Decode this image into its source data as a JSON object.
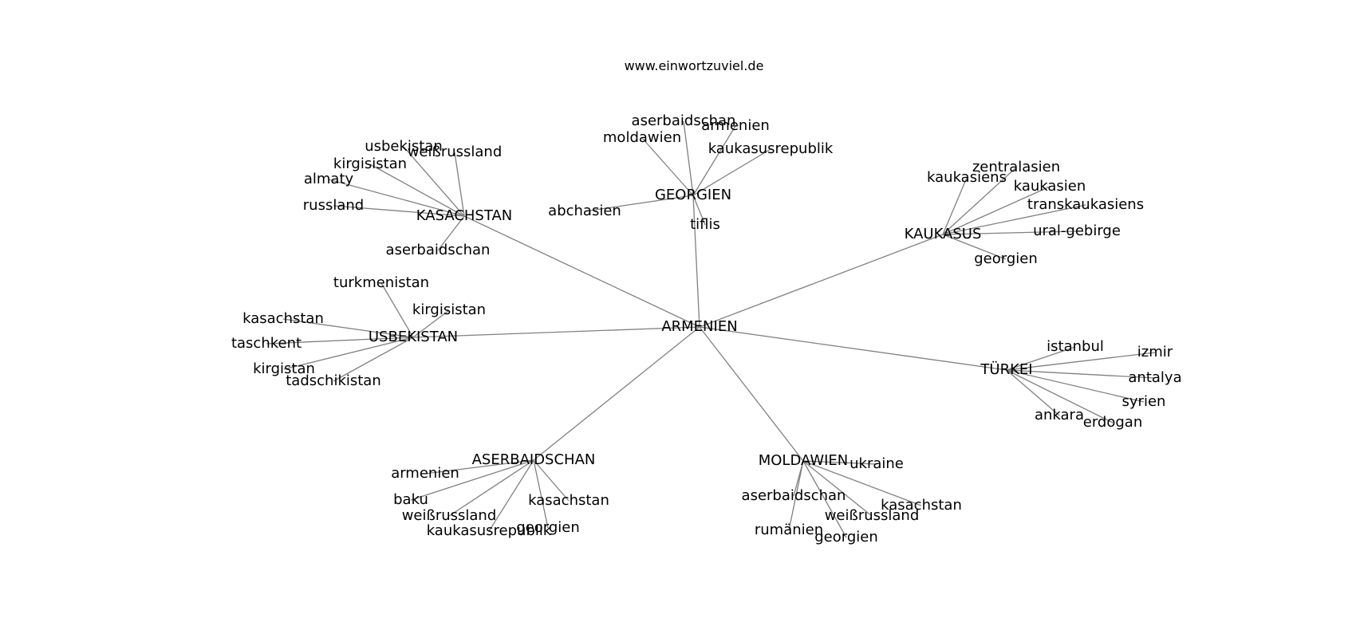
{
  "title": "www.einwortzuviel.de",
  "colors": {
    "edge": "#808080",
    "text": "#000000",
    "background": "#ffffff"
  },
  "graph": {
    "nodes": [
      {
        "id": "ARMENIEN",
        "label": "ARMENIEN",
        "kind": "center"
      },
      {
        "id": "KASACHSTAN",
        "label": "KASACHSTAN",
        "kind": "hub"
      },
      {
        "id": "GEORGIEN",
        "label": "GEORGIEN",
        "kind": "hub"
      },
      {
        "id": "KAUKASUS",
        "label": "KAUKASUS",
        "kind": "hub"
      },
      {
        "id": "USBEKISTAN",
        "label": "USBEKISTAN",
        "kind": "hub"
      },
      {
        "id": "TUERKEI",
        "label": "TÜRKEI",
        "kind": "hub"
      },
      {
        "id": "ASERBAIDSCHAN",
        "label": "ASERBAIDSCHAN",
        "kind": "hub"
      },
      {
        "id": "MOLDAWIEN",
        "label": "MOLDAWIEN",
        "kind": "hub"
      },
      {
        "id": "kas_usbekistan",
        "label": "usbekistan",
        "kind": "leaf"
      },
      {
        "id": "kas_weissrussland",
        "label": "weißrussland",
        "kind": "leaf"
      },
      {
        "id": "kas_kirgisistan",
        "label": "kirgisistan",
        "kind": "leaf"
      },
      {
        "id": "kas_almaty",
        "label": "almaty",
        "kind": "leaf"
      },
      {
        "id": "kas_russland",
        "label": "russland",
        "kind": "leaf"
      },
      {
        "id": "kas_aserbaidschan",
        "label": "aserbaidschan",
        "kind": "leaf"
      },
      {
        "id": "geo_aserbaidschan",
        "label": "aserbaidschan",
        "kind": "leaf"
      },
      {
        "id": "geo_armenien",
        "label": "armenien",
        "kind": "leaf"
      },
      {
        "id": "geo_moldawien",
        "label": "moldawien",
        "kind": "leaf"
      },
      {
        "id": "geo_kaukasusrepublik",
        "label": "kaukasusrepublik",
        "kind": "leaf"
      },
      {
        "id": "geo_abchasien",
        "label": "abchasien",
        "kind": "leaf"
      },
      {
        "id": "geo_tiflis",
        "label": "tiflis",
        "kind": "leaf"
      },
      {
        "id": "kau_zentralasien",
        "label": "zentralasien",
        "kind": "leaf"
      },
      {
        "id": "kau_kaukasiens",
        "label": "kaukasiens",
        "kind": "leaf"
      },
      {
        "id": "kau_kaukasien",
        "label": "kaukasien",
        "kind": "leaf"
      },
      {
        "id": "kau_transkaukasiens",
        "label": "transkaukasiens",
        "kind": "leaf"
      },
      {
        "id": "kau_ural",
        "label": "ural-gebirge",
        "kind": "leaf"
      },
      {
        "id": "kau_georgien",
        "label": "georgien",
        "kind": "leaf"
      },
      {
        "id": "usb_turkmenistan",
        "label": "turkmenistan",
        "kind": "leaf"
      },
      {
        "id": "usb_kirgisistan",
        "label": "kirgisistan",
        "kind": "leaf"
      },
      {
        "id": "usb_kasachstan",
        "label": "kasachstan",
        "kind": "leaf"
      },
      {
        "id": "usb_taschkent",
        "label": "taschkent",
        "kind": "leaf"
      },
      {
        "id": "usb_kirgistan",
        "label": "kirgistan",
        "kind": "leaf"
      },
      {
        "id": "usb_tadschikistan",
        "label": "tadschikistan",
        "kind": "leaf"
      },
      {
        "id": "tue_istanbul",
        "label": "istanbul",
        "kind": "leaf"
      },
      {
        "id": "tue_izmir",
        "label": "izmir",
        "kind": "leaf"
      },
      {
        "id": "tue_antalya",
        "label": "antalya",
        "kind": "leaf"
      },
      {
        "id": "tue_syrien",
        "label": "syrien",
        "kind": "leaf"
      },
      {
        "id": "tue_ankara",
        "label": "ankara",
        "kind": "leaf"
      },
      {
        "id": "tue_erdogan",
        "label": "erdogan",
        "kind": "leaf"
      },
      {
        "id": "ase_armenien",
        "label": "armenien",
        "kind": "leaf"
      },
      {
        "id": "ase_baku",
        "label": "baku",
        "kind": "leaf"
      },
      {
        "id": "ase_weissrussland",
        "label": "weißrussland",
        "kind": "leaf"
      },
      {
        "id": "ase_kaukasusrepublik",
        "label": "kaukasusrepublik",
        "kind": "leaf"
      },
      {
        "id": "ase_georgien",
        "label": "georgien",
        "kind": "leaf"
      },
      {
        "id": "ase_kasachstan",
        "label": "kasachstan",
        "kind": "leaf"
      },
      {
        "id": "mol_ukraine",
        "label": "ukraine",
        "kind": "leaf"
      },
      {
        "id": "mol_aserbaidschan",
        "label": "aserbaidschan",
        "kind": "leaf"
      },
      {
        "id": "mol_kasachstan",
        "label": "kasachstan",
        "kind": "leaf"
      },
      {
        "id": "mol_weissrussland",
        "label": "weißrussland",
        "kind": "leaf"
      },
      {
        "id": "mol_rumaenien",
        "label": "rumänien",
        "kind": "leaf"
      },
      {
        "id": "mol_georgien",
        "label": "georgien",
        "kind": "leaf"
      }
    ],
    "edges": [
      [
        "ARMENIEN",
        "KASACHSTAN"
      ],
      [
        "ARMENIEN",
        "GEORGIEN"
      ],
      [
        "ARMENIEN",
        "KAUKASUS"
      ],
      [
        "ARMENIEN",
        "USBEKISTAN"
      ],
      [
        "ARMENIEN",
        "TUERKEI"
      ],
      [
        "ARMENIEN",
        "ASERBAIDSCHAN"
      ],
      [
        "ARMENIEN",
        "MOLDAWIEN"
      ],
      [
        "KASACHSTAN",
        "kas_usbekistan"
      ],
      [
        "KASACHSTAN",
        "kas_weissrussland"
      ],
      [
        "KASACHSTAN",
        "kas_kirgisistan"
      ],
      [
        "KASACHSTAN",
        "kas_almaty"
      ],
      [
        "KASACHSTAN",
        "kas_russland"
      ],
      [
        "KASACHSTAN",
        "kas_aserbaidschan"
      ],
      [
        "GEORGIEN",
        "geo_aserbaidschan"
      ],
      [
        "GEORGIEN",
        "geo_armenien"
      ],
      [
        "GEORGIEN",
        "geo_moldawien"
      ],
      [
        "GEORGIEN",
        "geo_kaukasusrepublik"
      ],
      [
        "GEORGIEN",
        "geo_abchasien"
      ],
      [
        "GEORGIEN",
        "geo_tiflis"
      ],
      [
        "KAUKASUS",
        "kau_zentralasien"
      ],
      [
        "KAUKASUS",
        "kau_kaukasiens"
      ],
      [
        "KAUKASUS",
        "kau_kaukasien"
      ],
      [
        "KAUKASUS",
        "kau_transkaukasiens"
      ],
      [
        "KAUKASUS",
        "kau_ural"
      ],
      [
        "KAUKASUS",
        "kau_georgien"
      ],
      [
        "USBEKISTAN",
        "usb_turkmenistan"
      ],
      [
        "USBEKISTAN",
        "usb_kirgisistan"
      ],
      [
        "USBEKISTAN",
        "usb_kasachstan"
      ],
      [
        "USBEKISTAN",
        "usb_taschkent"
      ],
      [
        "USBEKISTAN",
        "usb_kirgistan"
      ],
      [
        "USBEKISTAN",
        "usb_tadschikistan"
      ],
      [
        "TUERKEI",
        "tue_istanbul"
      ],
      [
        "TUERKEI",
        "tue_izmir"
      ],
      [
        "TUERKEI",
        "tue_antalya"
      ],
      [
        "TUERKEI",
        "tue_syrien"
      ],
      [
        "TUERKEI",
        "tue_ankara"
      ],
      [
        "TUERKEI",
        "tue_erdogan"
      ],
      [
        "ASERBAIDSCHAN",
        "ase_armenien"
      ],
      [
        "ASERBAIDSCHAN",
        "ase_baku"
      ],
      [
        "ASERBAIDSCHAN",
        "ase_weissrussland"
      ],
      [
        "ASERBAIDSCHAN",
        "ase_kaukasusrepublik"
      ],
      [
        "ASERBAIDSCHAN",
        "ase_georgien"
      ],
      [
        "ASERBAIDSCHAN",
        "ase_kasachstan"
      ],
      [
        "MOLDAWIEN",
        "mol_ukraine"
      ],
      [
        "MOLDAWIEN",
        "mol_aserbaidschan"
      ],
      [
        "MOLDAWIEN",
        "mol_kasachstan"
      ],
      [
        "MOLDAWIEN",
        "mol_weissrussland"
      ],
      [
        "MOLDAWIEN",
        "mol_rumaenien"
      ],
      [
        "MOLDAWIEN",
        "mol_georgien"
      ]
    ]
  }
}
